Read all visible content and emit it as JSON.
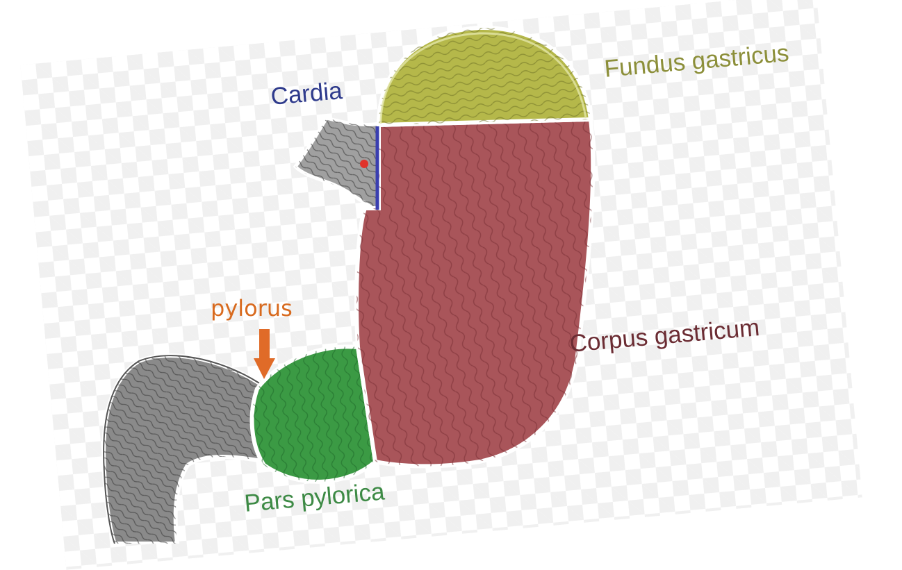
{
  "labels": {
    "fundus": "Fundus gastricus",
    "cardia": "Cardia",
    "corpus": "Corpus gastricum",
    "pars_pylorica": "Pars pylorica",
    "pylorus": "pylorus"
  },
  "colors": {
    "fundus_region": "#b5b84a",
    "cardia_line": "#3a3fb0",
    "corpus_region": "#a9555a",
    "pars_pylorica_region": "#3b9a44",
    "esophagus": "#9a9a9a",
    "duodenum": "#8a8a8a",
    "fundus_label": "#8c8f3a",
    "cardia_label": "#2e3a8c",
    "corpus_label": "#6b2c33",
    "pars_pylorica_label": "#3d8a45",
    "pylorus_label": "#d86a1e",
    "arrow": "#e06b28",
    "marker_dot": "#e0332a"
  },
  "icons": {
    "pylorus_pointer": "arrow-down-icon"
  }
}
